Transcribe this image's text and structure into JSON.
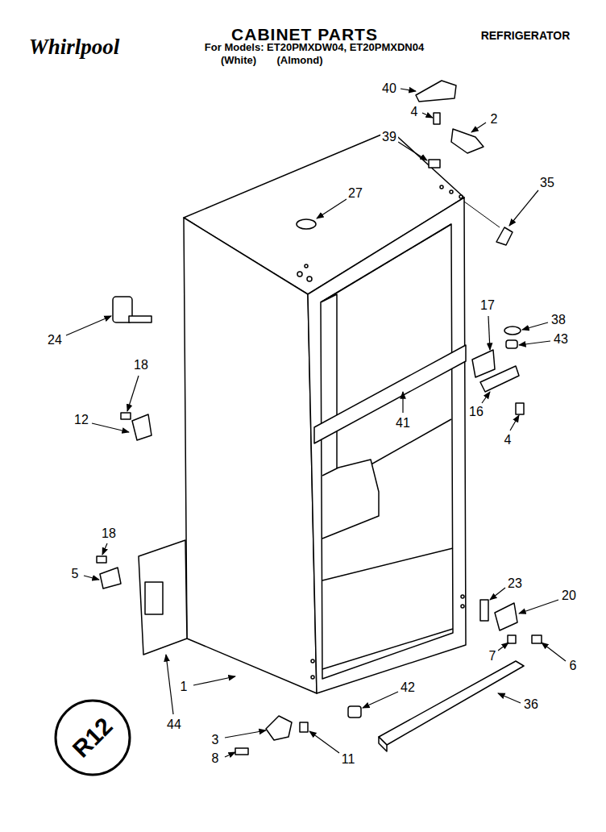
{
  "diagram": {
    "title": "CABINET PARTS",
    "labels": [
      "Whirlpool",
      "For Models: ET20PMXDW04, ET20PMXDN04",
      "(White)",
      "(Almond)",
      "REFRIGERATOR",
      "40",
      "4",
      "2",
      "39",
      "27",
      "35",
      "24",
      "18",
      "12",
      "17",
      "38",
      "43",
      "41",
      "16",
      "4",
      "18",
      "5",
      "23",
      "20",
      "7",
      "6",
      "42",
      "36",
      "1",
      "44",
      "3",
      "8",
      "11",
      "R12"
    ]
  }
}
